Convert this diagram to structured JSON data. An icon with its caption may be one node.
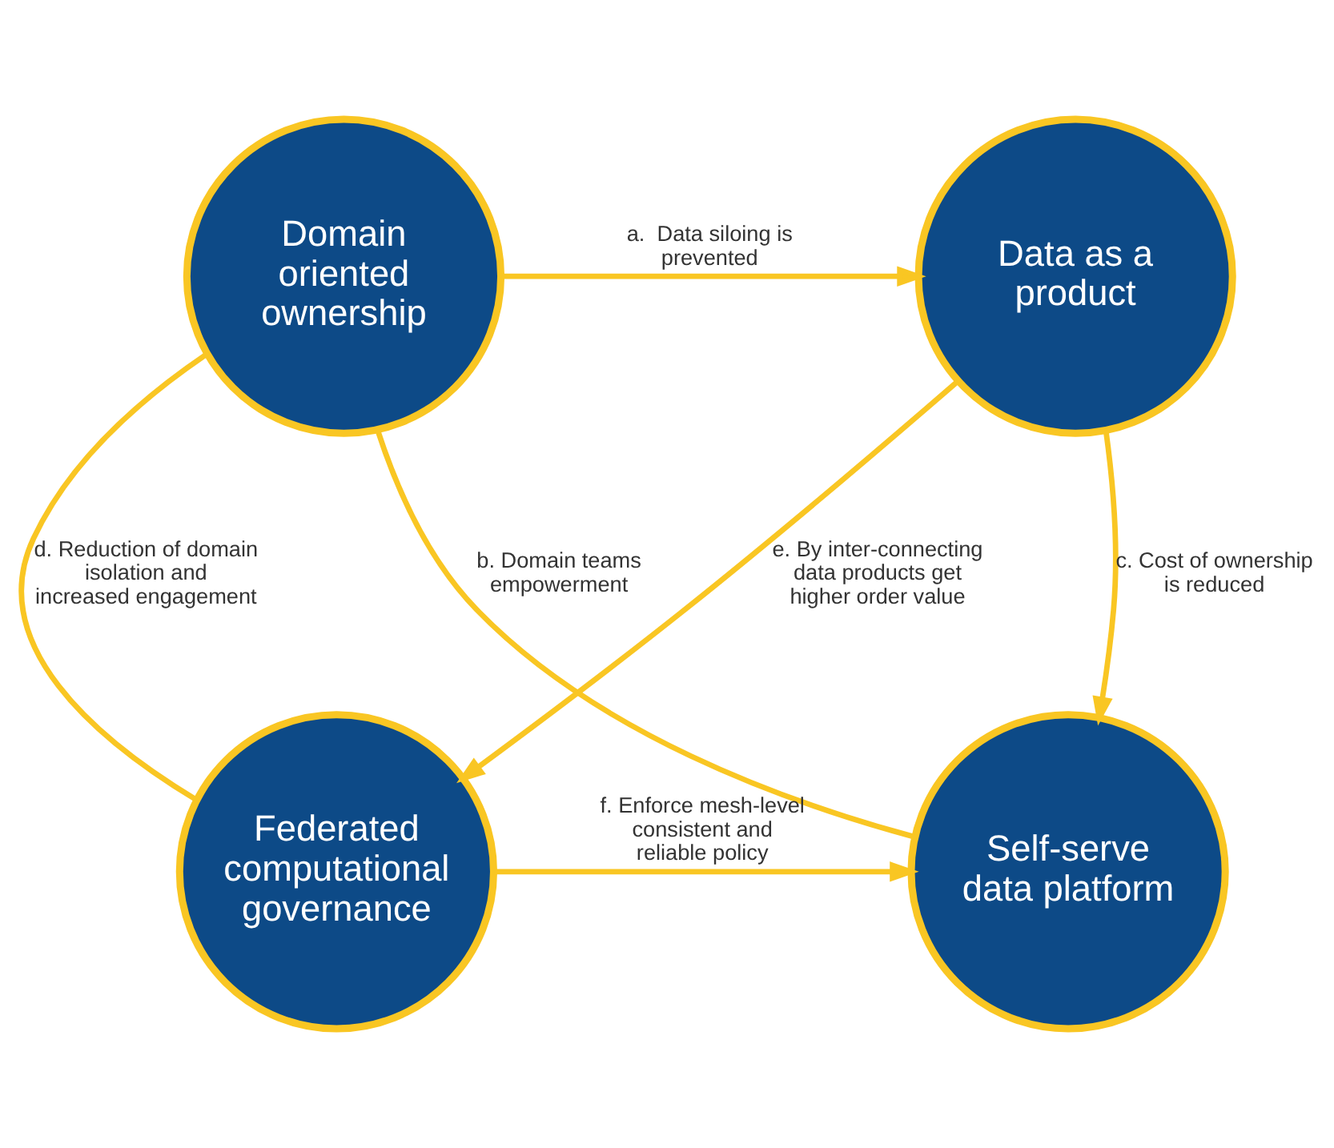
{
  "diagram": {
    "nodes": [
      {
        "text": [
          "Domain oriented ownership"
        ]
      },
      {
        "text": [
          "Data as a product"
        ]
      },
      {
        "text": [
          "Federated computational governance"
        ]
      },
      {
        "text": [
          "Self-serve data platform"
        ]
      }
    ],
    "edges": [
      {
        "from": 0,
        "to": 1,
        "arrow": "to",
        "label": "a.  Data siloing is prevented"
      },
      {
        "from": 0,
        "to": 3,
        "arrow": "none",
        "label": "b. Domain teams empowerment"
      },
      {
        "from": 1,
        "to": 3,
        "arrow": "to",
        "label": "c. Cost of ownership is reduced"
      },
      {
        "from": 0,
        "to": 2,
        "arrow": "none",
        "label": "d. Reduction of domain isolation and increased engagement"
      },
      {
        "from": 1,
        "to": 2,
        "arrow": "to",
        "label": "e. By inter-connecting data products get higher order value"
      },
      {
        "from": 2,
        "to": 3,
        "arrow": "to",
        "label": "f. Enforce mesh-level consistent and reliable policy"
      }
    ]
  }
}
